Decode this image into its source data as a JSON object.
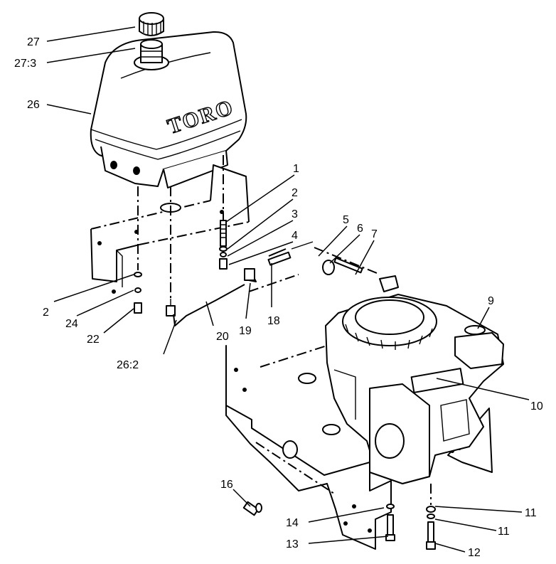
{
  "brand": {
    "logo_text": "TORO"
  },
  "callouts": [
    {
      "id": "c27",
      "label": "27"
    },
    {
      "id": "c27-3",
      "label": "27:3"
    },
    {
      "id": "c26",
      "label": "26"
    },
    {
      "id": "c1",
      "label": "1"
    },
    {
      "id": "c2a",
      "label": "2"
    },
    {
      "id": "c3",
      "label": "3"
    },
    {
      "id": "c4",
      "label": "4"
    },
    {
      "id": "c5",
      "label": "5"
    },
    {
      "id": "c6",
      "label": "6"
    },
    {
      "id": "c7",
      "label": "7"
    },
    {
      "id": "c2b",
      "label": "2"
    },
    {
      "id": "c24",
      "label": "24"
    },
    {
      "id": "c22",
      "label": "22"
    },
    {
      "id": "c26-2",
      "label": "26:2"
    },
    {
      "id": "c20",
      "label": "20"
    },
    {
      "id": "c19",
      "label": "19"
    },
    {
      "id": "c18",
      "label": "18"
    },
    {
      "id": "c9",
      "label": "9"
    },
    {
      "id": "c10",
      "label": "10"
    },
    {
      "id": "c16",
      "label": "16"
    },
    {
      "id": "c14",
      "label": "14"
    },
    {
      "id": "c13",
      "label": "13"
    },
    {
      "id": "c11a",
      "label": "11"
    },
    {
      "id": "c11b",
      "label": "11"
    },
    {
      "id": "c12",
      "label": "12"
    }
  ]
}
